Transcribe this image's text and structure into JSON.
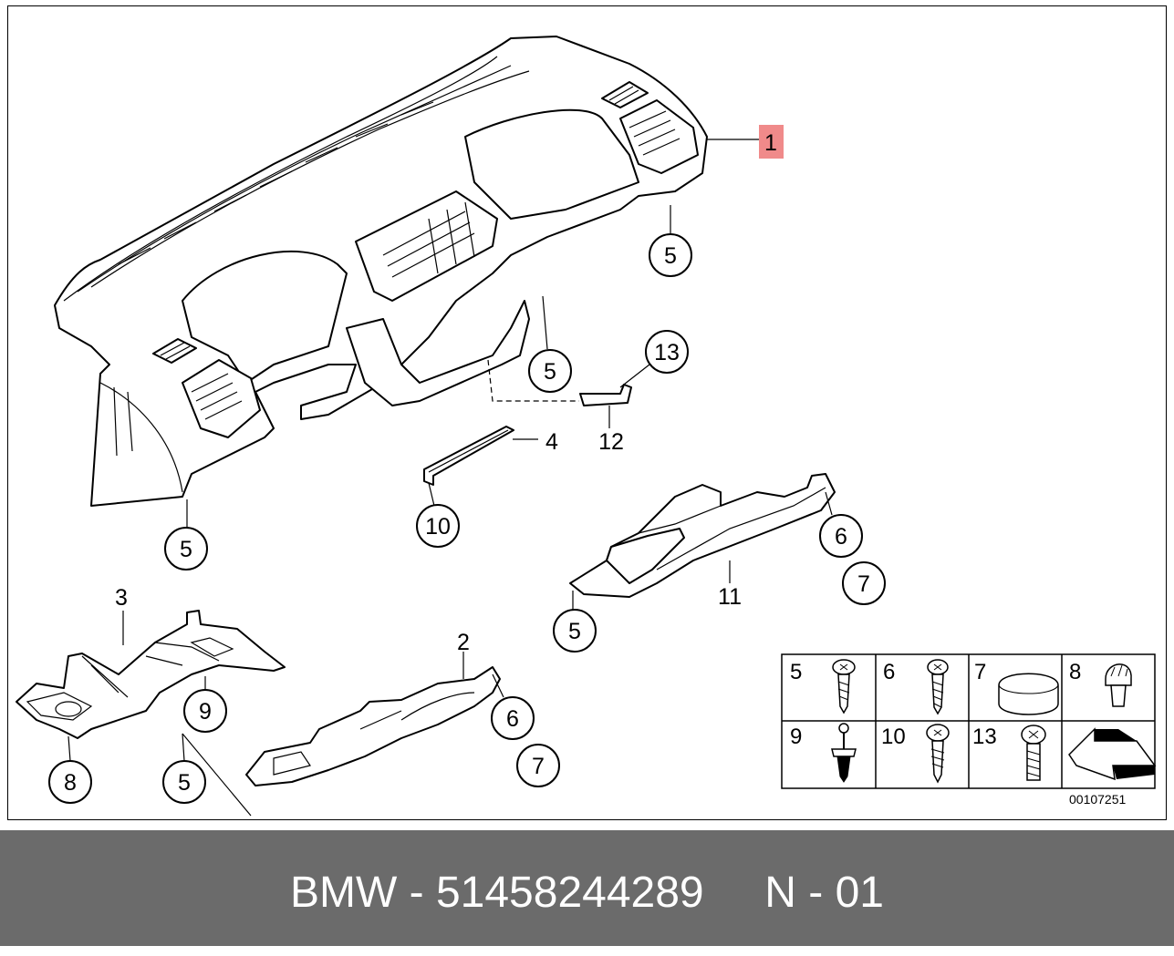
{
  "diagram": {
    "highlight_color": "#f08a8a",
    "callouts": {
      "c1": "1",
      "c2": "2",
      "c3": "3",
      "c4": "4",
      "c5a": "5",
      "c5b": "5",
      "c5c": "5",
      "c5d": "5",
      "c5e": "5",
      "c6a": "6",
      "c6b": "6",
      "c7a": "7",
      "c7b": "7",
      "c8": "8",
      "c9": "9",
      "c10": "10",
      "c11": "11",
      "c12": "12",
      "c13": "13"
    },
    "legend": [
      {
        "num": "5",
        "icon": "screw-icon"
      },
      {
        "num": "6",
        "icon": "screw-icon"
      },
      {
        "num": "7",
        "icon": "cap-icon"
      },
      {
        "num": "8",
        "icon": "expanding-rivet-icon"
      },
      {
        "num": "9",
        "icon": "plastic-rivet-icon"
      },
      {
        "num": "10",
        "icon": "screw-icon"
      },
      {
        "num": "13",
        "icon": "screw-icon"
      },
      {
        "num": "",
        "icon": "direction-arrow-icon"
      }
    ],
    "diagram_id": "00107251"
  },
  "footer": {
    "text": "BMW - 51458244289     N - 01"
  }
}
